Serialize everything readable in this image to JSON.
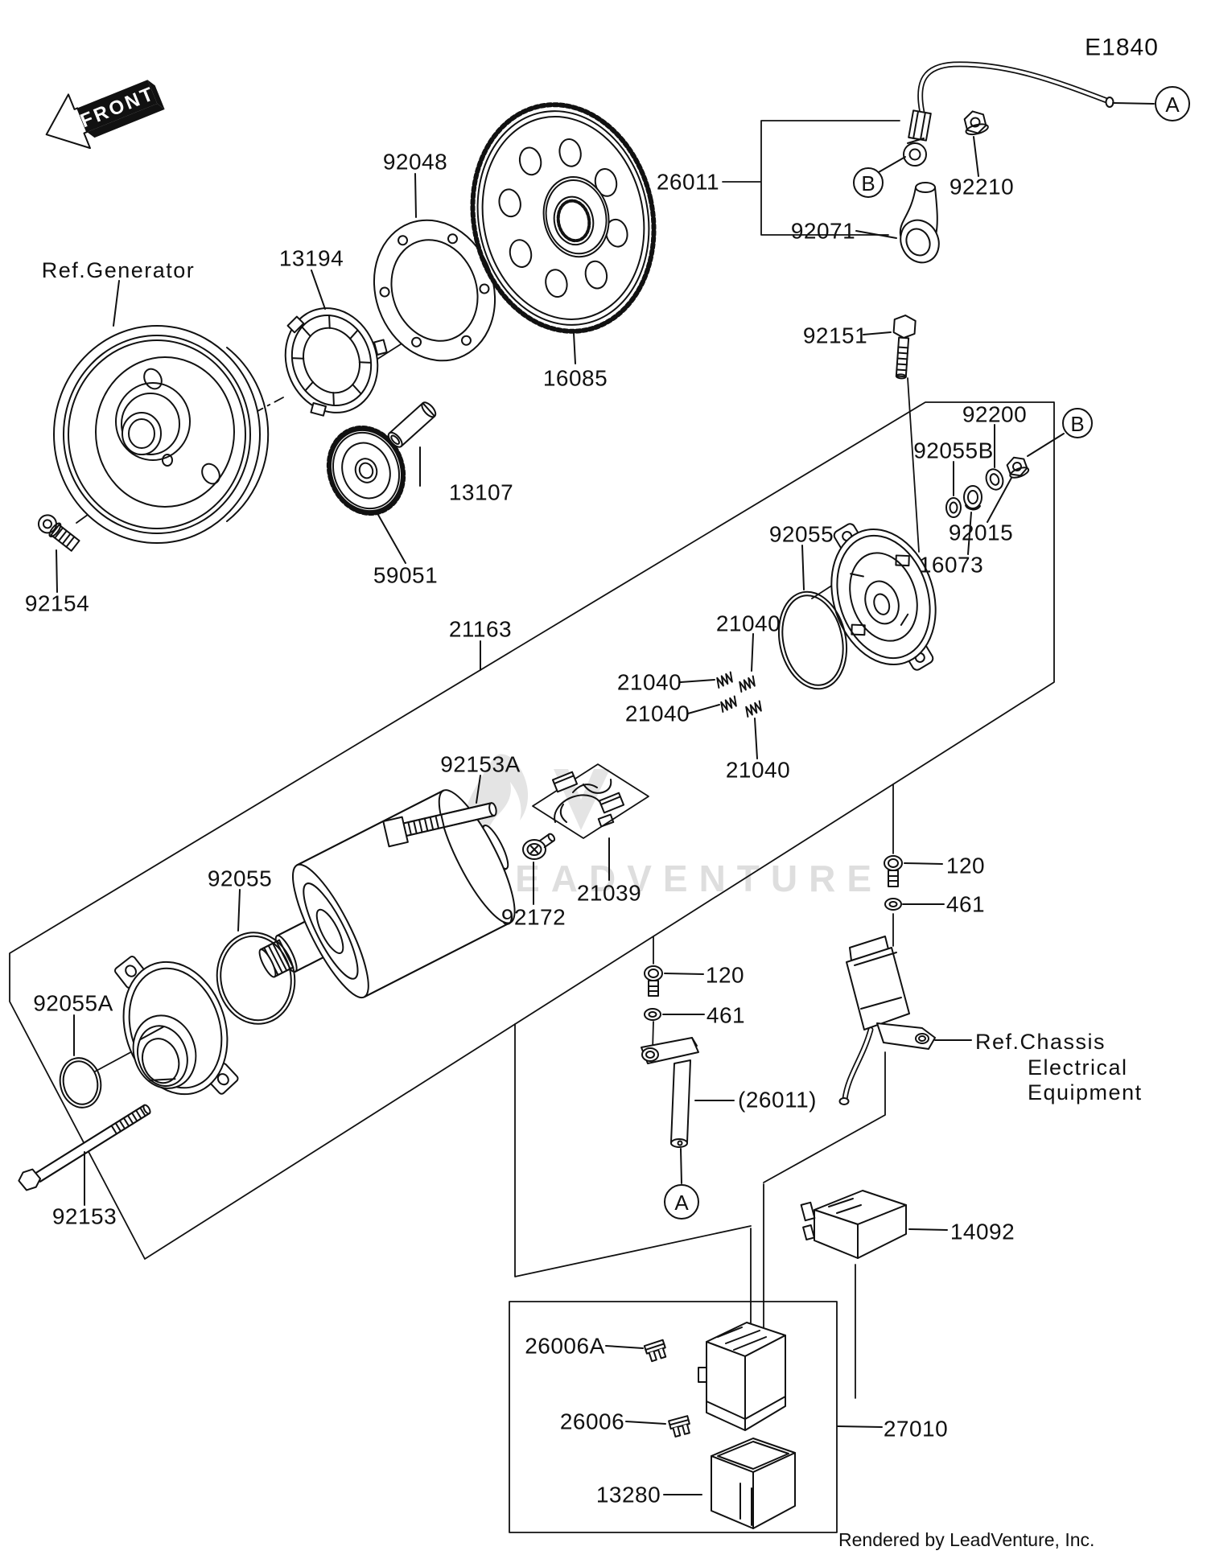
{
  "diagram_code": "E1840",
  "front_arrow": {
    "label": "FRONT"
  },
  "references": {
    "generator": "Ref.Generator",
    "chassis": {
      "line1": "Ref.Chassis",
      "line2": "Electrical",
      "line3": "Equipment"
    }
  },
  "detail_markers": {
    "a": "A",
    "b": "B"
  },
  "callouts": {
    "c92048": "92048",
    "c26011": "26011",
    "c92210": "92210",
    "c92071": "92071",
    "c13194": "13194",
    "c92151": "92151",
    "c16085": "16085",
    "c92200": "92200",
    "c92055B": "92055B",
    "c13107": "13107",
    "c92015": "92015",
    "c92055": "92055",
    "c16073": "16073",
    "c59051": "59051",
    "c92154": "92154",
    "c21163": "21163",
    "c21040": "21040",
    "c92153A": "92153A",
    "c21039": "21039",
    "c92172": "92172",
    "c120": "120",
    "c461": "461",
    "c92055A": "92055A",
    "c26011_ref": "(26011)",
    "c92153": "92153",
    "c14092": "14092",
    "c26006A": "26006A",
    "c26006": "26006",
    "c27010": "27010",
    "c13280": "13280"
  },
  "watermark": {
    "text": "LEADVENTURE"
  },
  "footer": {
    "credit": "Rendered by LeadVenture, Inc."
  }
}
